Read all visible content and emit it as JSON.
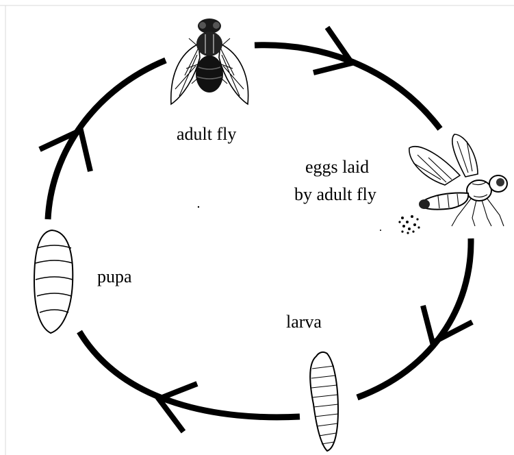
{
  "diagram": {
    "stages": {
      "adult": {
        "label": "adult fly"
      },
      "eggs": {
        "label_line1": "eggs laid",
        "label_line2": "by adult fly"
      },
      "larva": {
        "label": "larva"
      },
      "pupa": {
        "label": "pupa"
      }
    }
  }
}
